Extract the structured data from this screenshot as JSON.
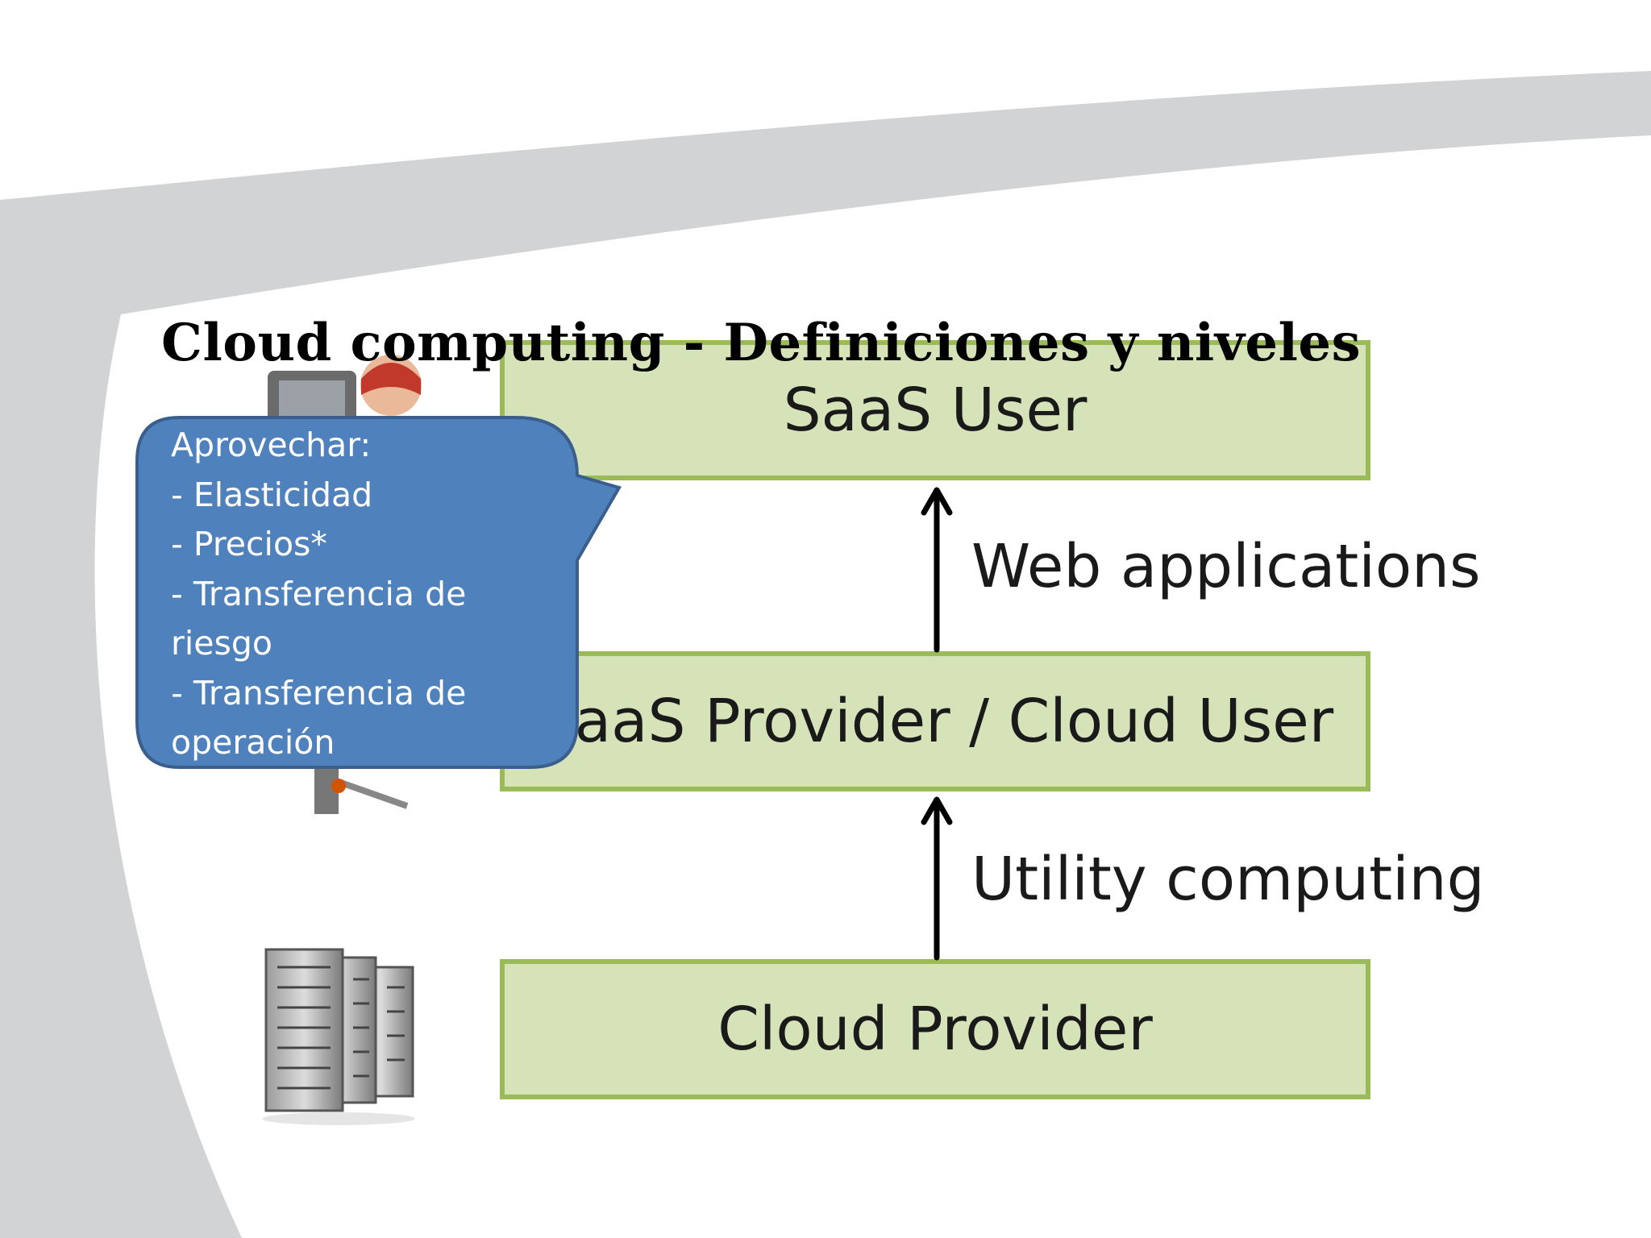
{
  "title": "Cloud computing - Definiciones y niveles",
  "levels": {
    "top": "SaaS User",
    "middle": "SaaS Provider / Cloud User",
    "bottom": "Cloud Provider"
  },
  "arrows": {
    "upper_label": "Web applications",
    "lower_label": "Utility computing"
  },
  "callout": {
    "lines": [
      "Aprovechar:",
      "- Elasticidad",
      "- Precios*",
      "- Transferencia de",
      "riesgo",
      "- Transferencia de",
      "operación"
    ]
  },
  "icons": {
    "user": "user-at-computer-icon",
    "servers": "server-rack-icon"
  },
  "colors": {
    "box_fill": "#d6e2b8",
    "box_border": "#9bbb59",
    "callout_fill": "#4f81bd",
    "callout_border": "#3a5f8c",
    "swoosh": "#d2d3d5"
  }
}
